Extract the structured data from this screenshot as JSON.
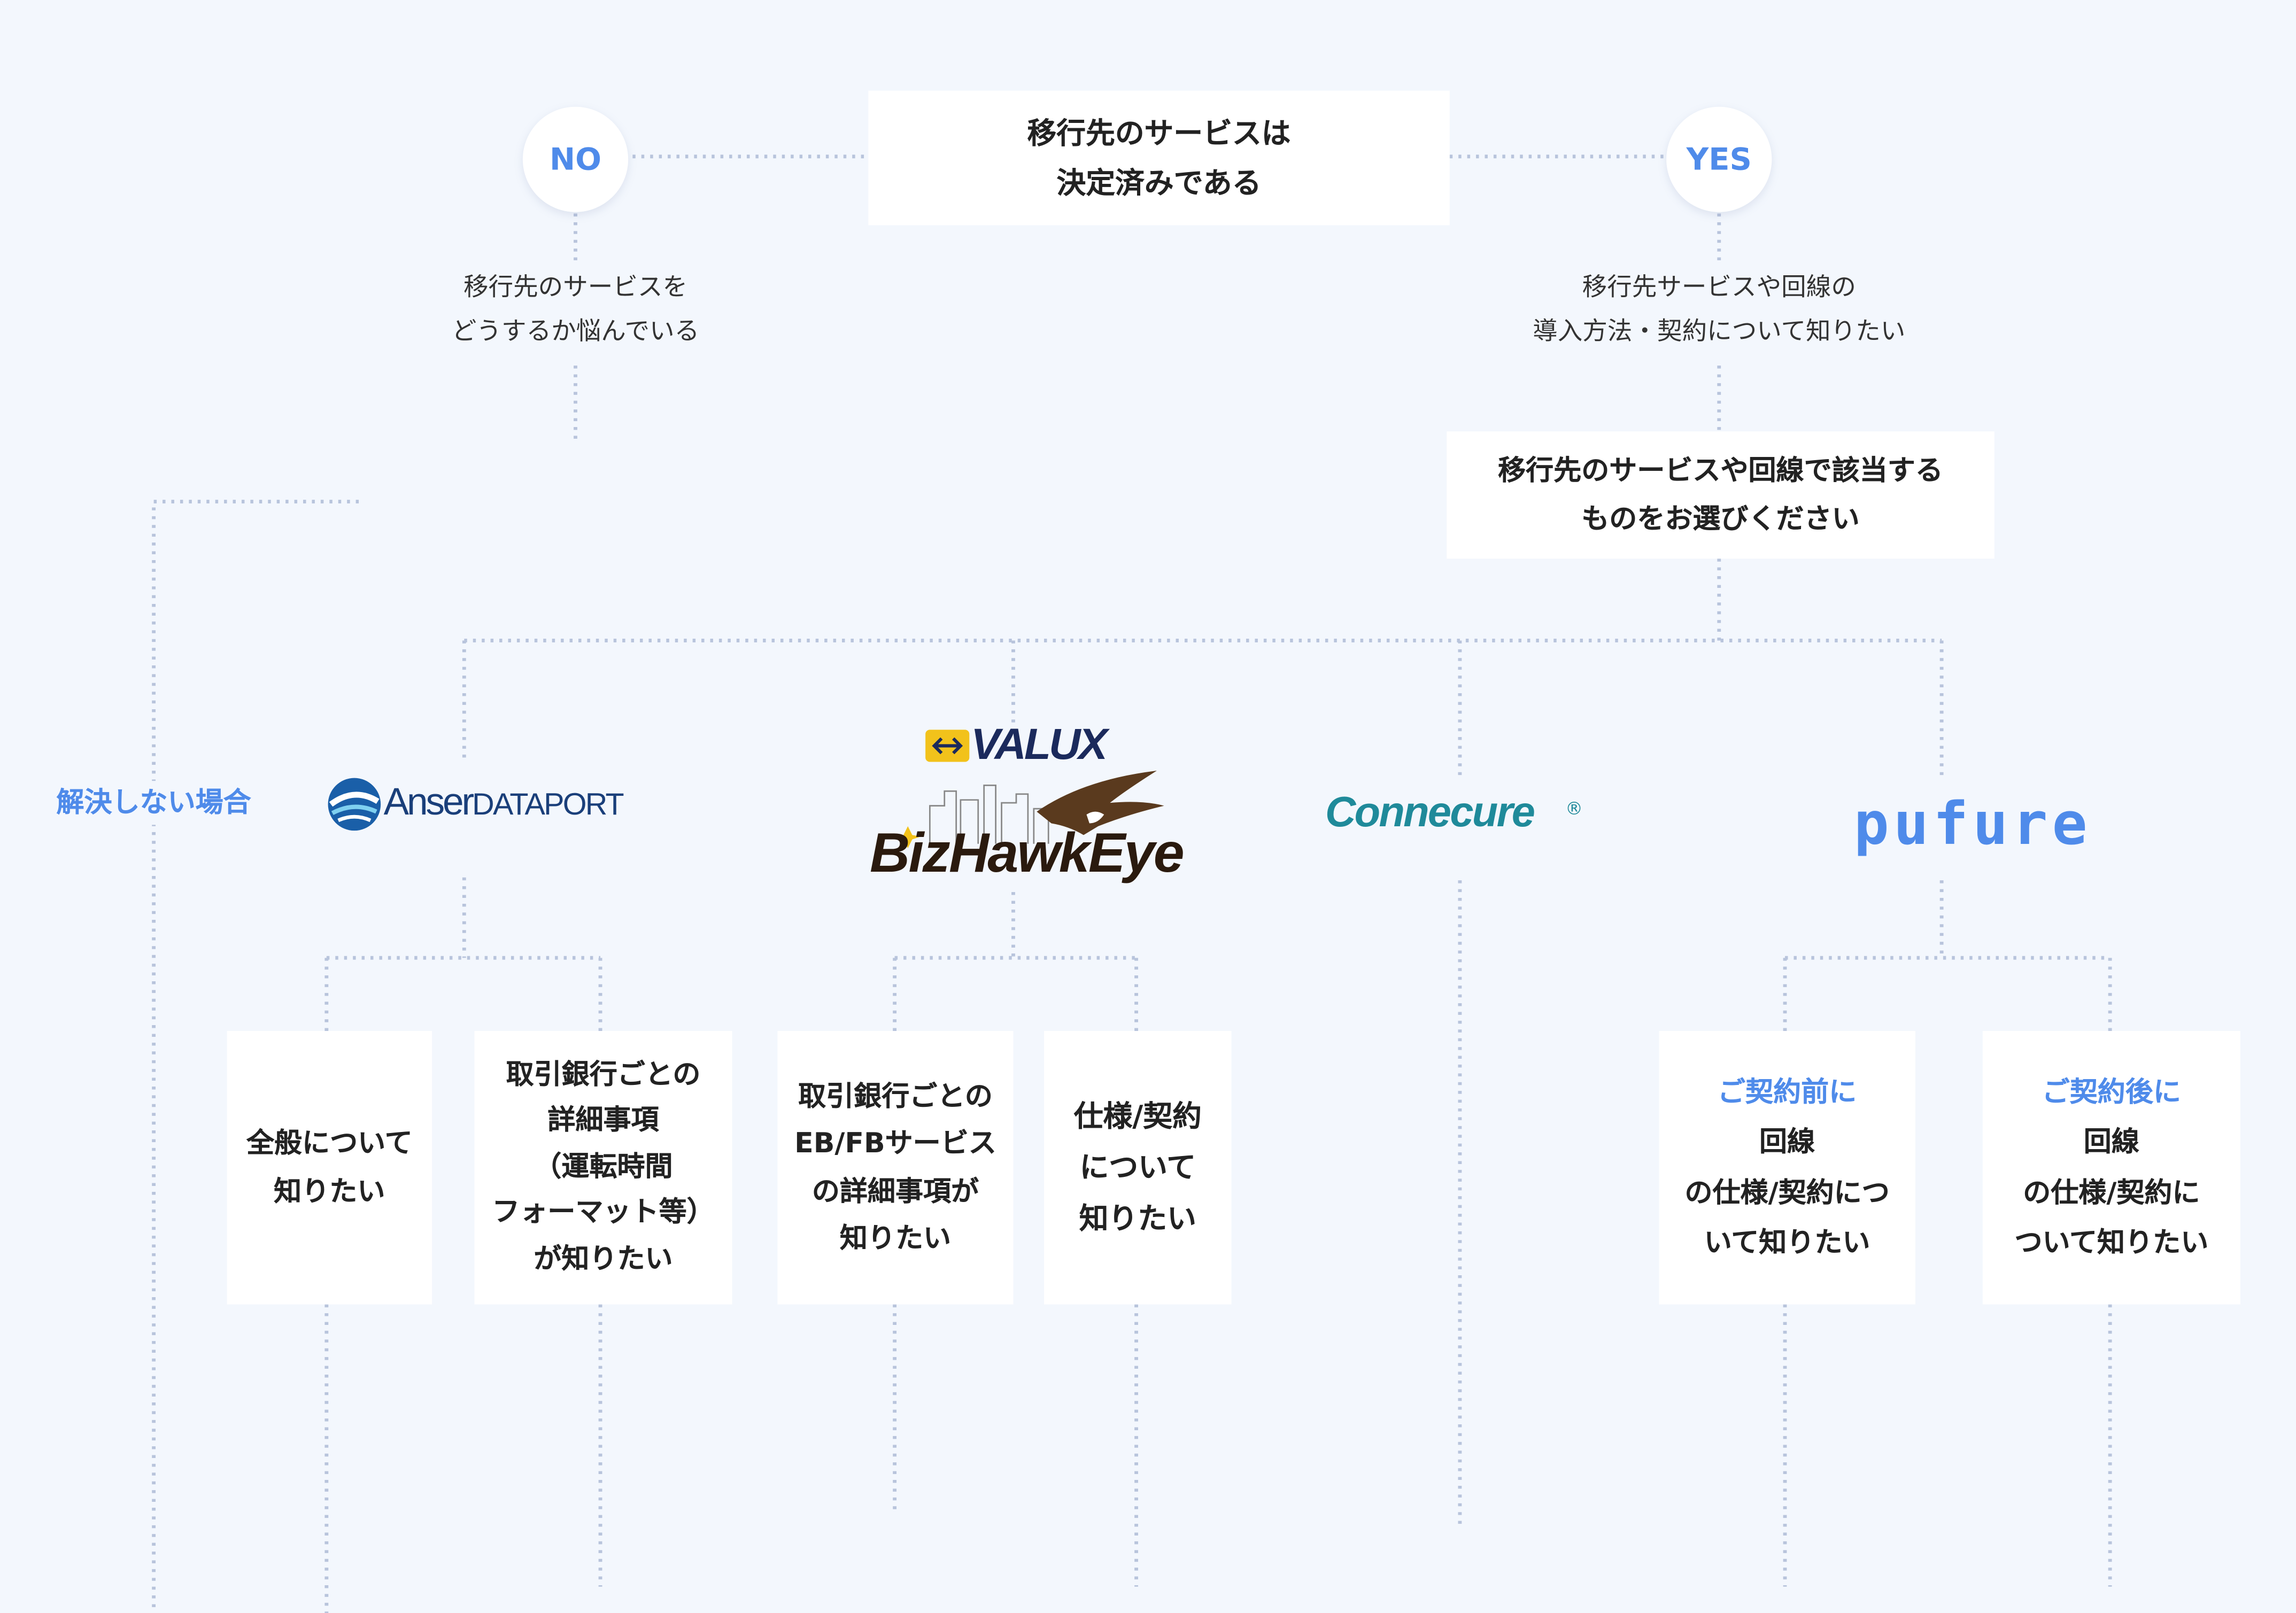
{
  "root": {
    "question_line1": "移行先のサービスは",
    "question_line2": "決定済みである",
    "no_label": "NO",
    "yes_label": "YES"
  },
  "no_branch": {
    "note_line1": "移行先のサービスを",
    "note_line2": "どうするか悩んでいる",
    "unresolved_label": "解決しない場合"
  },
  "yes_branch": {
    "note_line1": "移行先サービスや回線の",
    "note_line2": "導入方法・契約について知りたい",
    "select_line1": "移行先のサービスや回線で該当する",
    "select_line2": "ものをお選びください"
  },
  "services": {
    "anser": {
      "logo_prefix": "Anser",
      "logo_suffix": "DATAPORT",
      "option1_line1": "全般について",
      "option1_line2": "知りたい",
      "option2_line1": "取引銀行ごとの",
      "option2_line2": "詳細事項",
      "option2_line3": "（運転時間",
      "option2_line4": "フォーマット等）",
      "option2_line5": "が知りたい"
    },
    "bizhawk": {
      "valux_logo": "VALUX",
      "logo": "BizHawkEye",
      "option1_line1": "取引銀行ごとの",
      "option1_line2": "EB/FBサービス",
      "option1_line3": "の詳細事項が",
      "option1_line4": "知りたい",
      "option2_line1": "仕様/契約",
      "option2_line2": "について",
      "option2_line3": "知りたい"
    },
    "connecure": {
      "logo": "Connecure",
      "registered_mark": "®"
    },
    "pufure": {
      "logo": "pufure",
      "option1_highlight": "ご契約前に",
      "option1_rest1": "回線",
      "option1_line2": "の仕様/契約につ",
      "option1_line3": "いて知りたい",
      "option2_highlight": "ご契約後に",
      "option2_rest1": "回線",
      "option2_line2": "の仕様/契約に",
      "option2_line3": "ついて知りたい"
    }
  },
  "colors": {
    "background": "#f3f7fd",
    "accent": "#4f8bea",
    "connector": "#b8c4dc",
    "bizhawk_brown": "#5a3a1e",
    "valux_navy": "#1b2a5c",
    "valux_yellow": "#f2c21b",
    "connecure_teal": "#1f8a9a"
  }
}
